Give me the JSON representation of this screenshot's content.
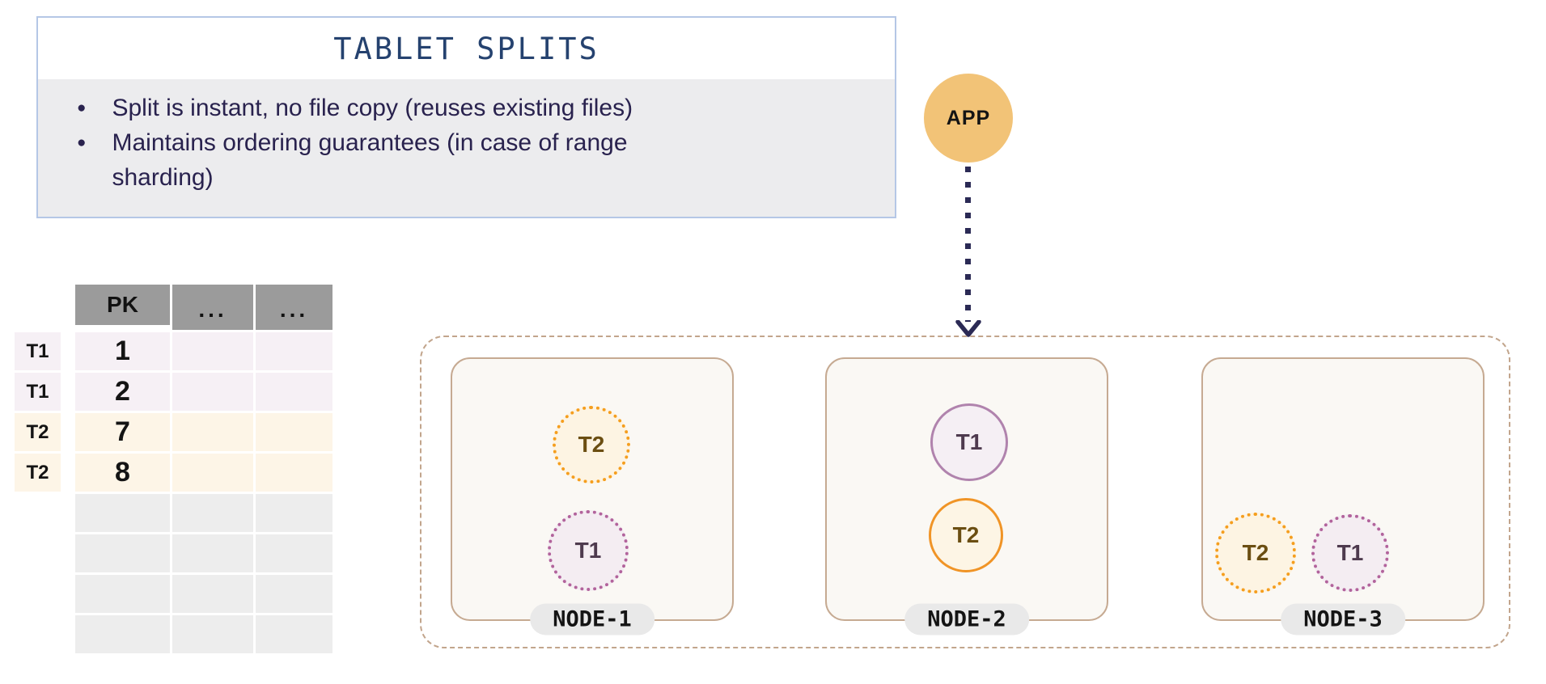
{
  "info_box": {
    "title": "TABLET SPLITS",
    "bullets": [
      [
        "Split is instant, no file copy (reuses existing files)"
      ],
      [
        "Maintains ordering guarantees (in case of range",
        "sharding)"
      ]
    ]
  },
  "app": {
    "label": "APP"
  },
  "table": {
    "headers": [
      "PK",
      "...",
      "..."
    ],
    "rows": [
      {
        "label": "T1",
        "pk": "1"
      },
      {
        "label": "T1",
        "pk": "2"
      },
      {
        "label": "T2",
        "pk": "7"
      },
      {
        "label": "T2",
        "pk": "8"
      },
      {
        "label": "",
        "pk": ""
      },
      {
        "label": "",
        "pk": ""
      },
      {
        "label": "",
        "pk": ""
      },
      {
        "label": "",
        "pk": ""
      }
    ]
  },
  "cluster": {
    "nodes": [
      {
        "name": "NODE-1",
        "tablets": [
          {
            "label": "T2",
            "style": "t2-dotted"
          },
          {
            "label": "T1",
            "style": "t1-dotted"
          }
        ]
      },
      {
        "name": "NODE-2",
        "tablets": [
          {
            "label": "T1",
            "style": "t1-solid"
          },
          {
            "label": "T2",
            "style": "t2-solid"
          }
        ]
      },
      {
        "name": "NODE-3",
        "tablets": [
          {
            "label": "T2",
            "style": "t2-dotted"
          },
          {
            "label": "T1",
            "style": "t1-dotted"
          }
        ]
      }
    ]
  },
  "colors": {
    "title_navy": "#25426f",
    "bullet_text": "#29224e",
    "info_border_blue": "#b5c7e6",
    "header_gray": "#9b9b9b",
    "t1_row_bg": "#f6f0f5",
    "t2_row_bg": "#fdf5e7",
    "empty_row_bg": "#ededed",
    "app_orange": "#f2c377",
    "arrow_navy": "#2b2a55",
    "cluster_dash_tan": "#c2a58c",
    "node_border_tan": "#c6aa92",
    "node_bg": "#faf8f4",
    "tablet_orange": "#f59e1e",
    "tablet_purple": "#b2639c"
  }
}
